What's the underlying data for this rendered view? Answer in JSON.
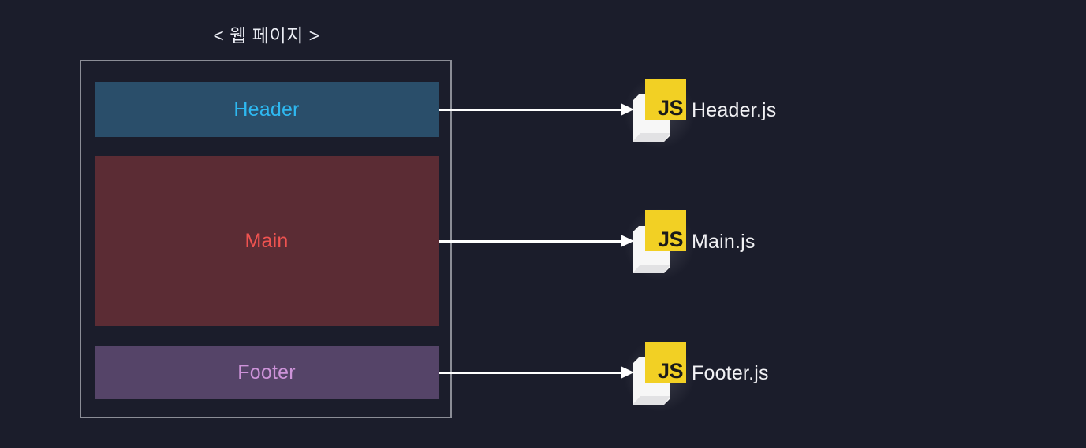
{
  "diagram": {
    "title": "< 웹 페이지 >",
    "background_color": "#1b1d2b",
    "frame": {
      "name": "web-page-container",
      "border_color": "#8b8d96"
    },
    "sections": [
      {
        "key": "header",
        "label": "Header",
        "fill_color": "#2a4e6a",
        "text_color": "#2eb8f0"
      },
      {
        "key": "main",
        "label": "Main",
        "fill_color": "#5b2c34",
        "text_color": "#ef5350"
      },
      {
        "key": "footer",
        "label": "Footer",
        "fill_color": "#554468",
        "text_color": "#cd93d9"
      }
    ],
    "files": [
      {
        "key": "header",
        "icon_name": "js-file-icon",
        "icon_text": "JS",
        "label": "Header.js",
        "badge_color": "#f2d024",
        "label_color": "#f1f1f4"
      },
      {
        "key": "main",
        "icon_name": "js-file-icon",
        "icon_text": "JS",
        "label": "Main.js",
        "badge_color": "#f2d024",
        "label_color": "#f1f1f4"
      },
      {
        "key": "footer",
        "icon_name": "js-file-icon",
        "icon_text": "JS",
        "label": "Footer.js",
        "badge_color": "#f2d024",
        "label_color": "#f1f1f4"
      }
    ],
    "arrows": [
      {
        "key": "header",
        "from": "Header",
        "to": "Header.js",
        "color": "#ffffff"
      },
      {
        "key": "main",
        "from": "Main",
        "to": "Main.js",
        "color": "#ffffff"
      },
      {
        "key": "footer",
        "from": "Footer",
        "to": "Footer.js",
        "color": "#ffffff"
      }
    ]
  }
}
